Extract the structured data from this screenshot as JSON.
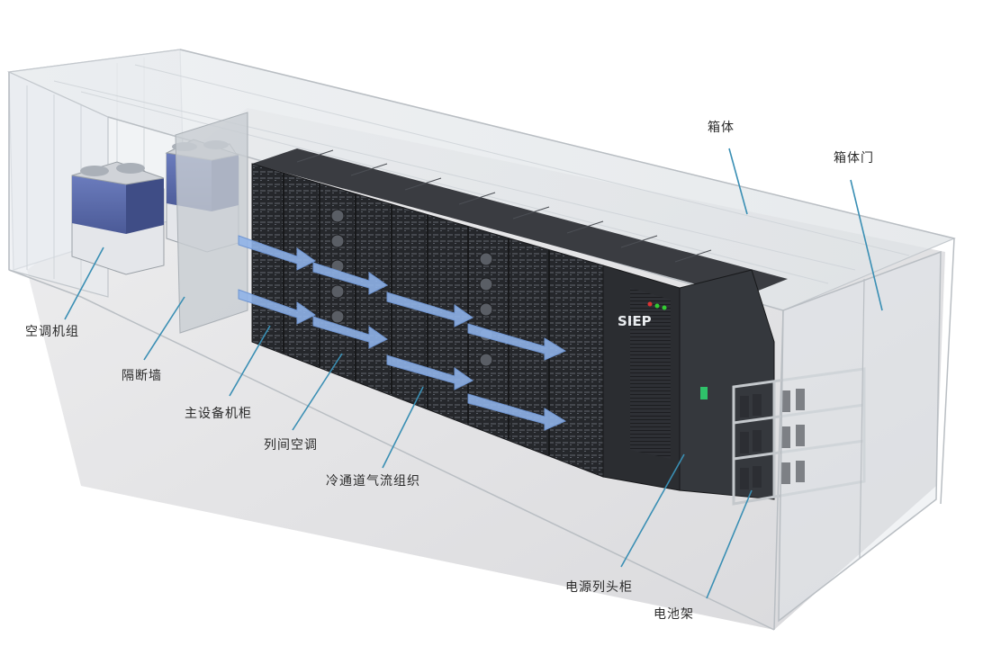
{
  "labels": {
    "box": "箱体",
    "box_door": "箱体门",
    "ac_unit": "空调机组",
    "partition_wall": "隔断墙",
    "main_cabinet": "主设备机柜",
    "inrow_ac": "列间空调",
    "cold_aisle": "冷通道气流组织",
    "power_cabinet": "电源列头柜",
    "battery_rack": "电池架"
  },
  "logo_text": "SIEP",
  "colors": {
    "leader_line": "#3a8fb4",
    "airflow_arrow": "#8fb2e8",
    "rack": "#2a2c30",
    "ac_panel": "#5a6aa8"
  }
}
